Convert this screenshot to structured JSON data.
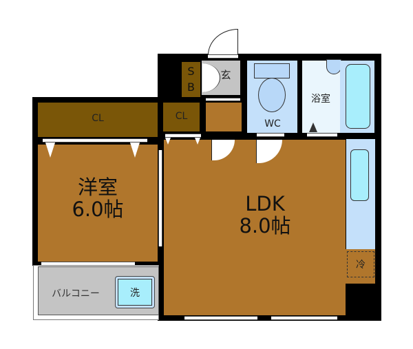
{
  "floorplan": {
    "rooms": {
      "western_room": {
        "name": "洋室",
        "size": "6.0帖"
      },
      "ldk": {
        "name": "LDK",
        "size": "8.0帖"
      },
      "bathroom": {
        "name": "浴室"
      },
      "toilet": {
        "name": "WC"
      },
      "entrance": {
        "name": "玄"
      },
      "shoe_box": {
        "line1": "S",
        "line2": "B"
      },
      "closet_large": {
        "name": "CL"
      },
      "closet_small": {
        "name": "CL"
      },
      "balcony": {
        "name": "バルコニー"
      },
      "washer": {
        "name": "洗"
      },
      "fridge": {
        "name": "冷"
      }
    },
    "colors": {
      "room_floor": "#b0762c",
      "closet": "#7a5608",
      "wet_area": "#c4e0fa",
      "entrance": "#c4c4c4",
      "wall": "#000000"
    }
  }
}
